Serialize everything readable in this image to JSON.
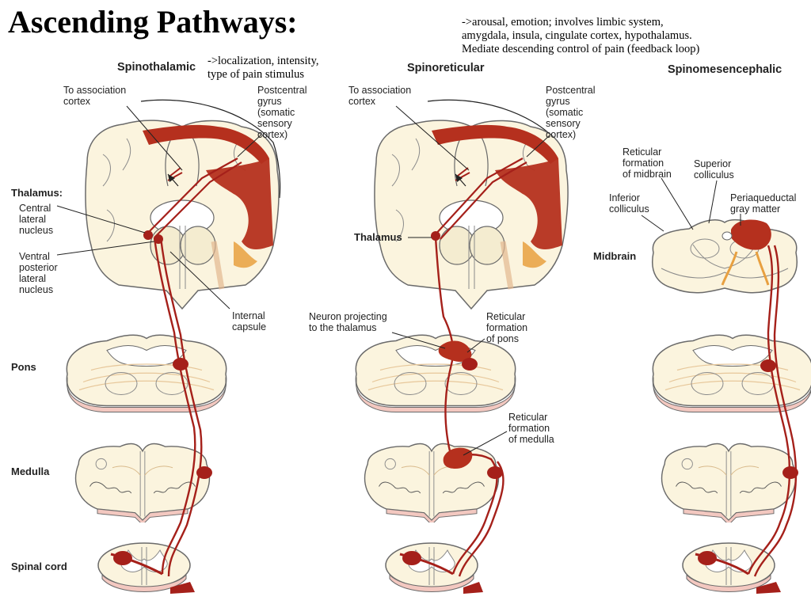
{
  "slide": {
    "title": "Ascending Pathways:",
    "note_right": [
      "->arousal, emotion; involves limbic system,",
      "amygdala, insula, cingulate cortex, hypothalamus.",
      "Mediate descending control of pain (feedback loop)"
    ],
    "note_left": [
      "->localization, intensity,",
      "type of pain stimulus"
    ]
  },
  "pathways": {
    "spinothalamic": {
      "header": "Spinothalamic",
      "association": [
        "To association",
        "cortex"
      ],
      "postcentral": [
        "Postcentral",
        "gyrus",
        "(somatic",
        "sensory",
        "cortex)"
      ],
      "thalamus": "Thalamus:",
      "central_lateral": [
        "Central",
        "lateral",
        "nucleus"
      ],
      "ventral_posterior": [
        "Ventral",
        "posterior",
        "lateral",
        "nucleus"
      ],
      "internal_capsule": [
        "Internal",
        "capsule"
      ]
    },
    "spinoreticular": {
      "header": "Spinoreticular",
      "association": [
        "To association",
        "cortex"
      ],
      "postcentral": [
        "Postcentral",
        "gyrus",
        "(somatic",
        "sensory",
        "cortex)"
      ],
      "thalamus": "Thalamus",
      "neuron_projecting": [
        "Neuron projecting",
        "to the thalamus"
      ],
      "ret_pons": [
        "Reticular",
        "formation",
        "of pons"
      ],
      "ret_medulla": [
        "Reticular",
        "formation",
        "of medulla"
      ]
    },
    "spinomesencephalic": {
      "header": "Spinomesencephalic",
      "ret_midbrain": [
        "Reticular",
        "formation",
        "of midbrain"
      ],
      "superior_colliculus": [
        "Superior",
        "colliculus"
      ],
      "inferior_colliculus": [
        "Inferior",
        "colliculus"
      ],
      "periaqueductal": [
        "Periaqueductal",
        "gray matter"
      ],
      "midbrain": "Midbrain"
    }
  },
  "levels": {
    "pons": "Pons",
    "medulla": "Medulla",
    "spinal_cord": "Spinal cord"
  },
  "colors": {
    "tract": "#a5201a",
    "cortex": "#b5301e",
    "tissue": "#fbf4de",
    "outline": "#6a6a6a"
  }
}
